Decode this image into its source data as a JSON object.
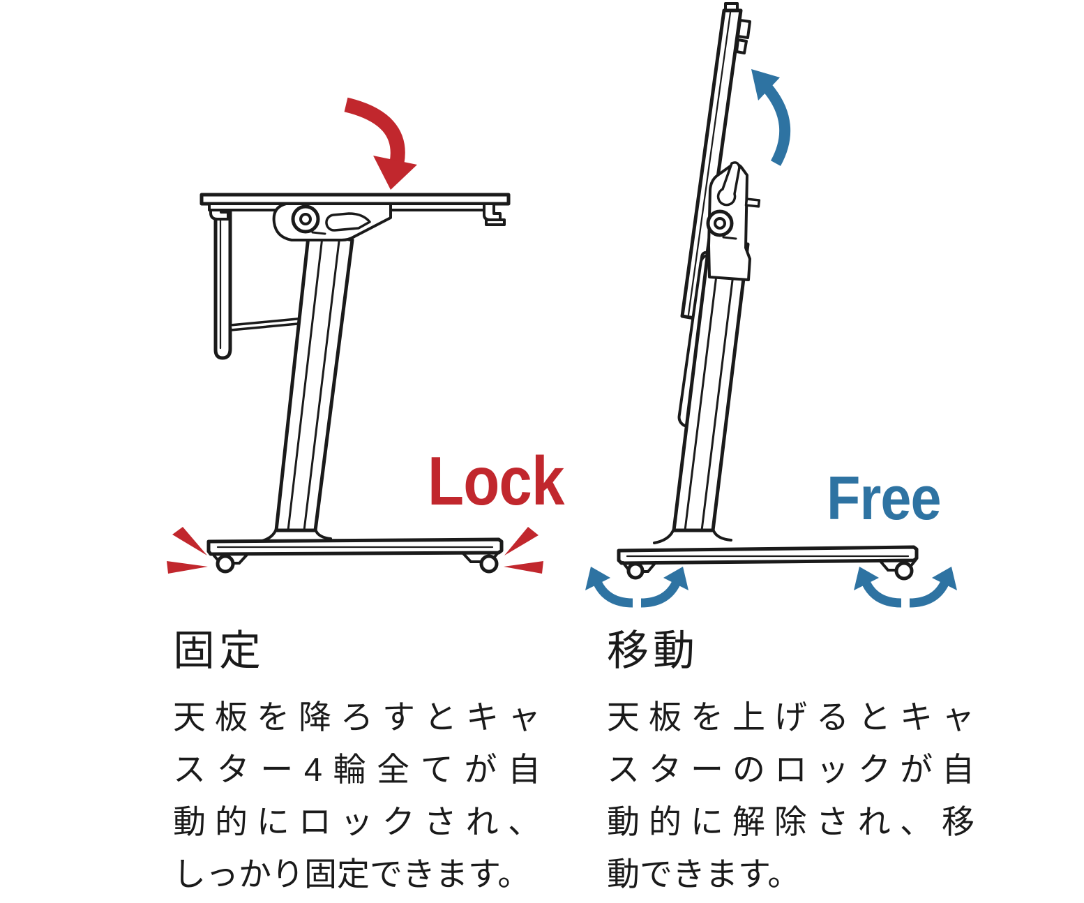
{
  "colors": {
    "ink": "#1a1a1a",
    "red": "#c1272d",
    "blue": "#2e73a2",
    "background": "#ffffff"
  },
  "left_panel": {
    "state_label": "Lock",
    "heading": "固定",
    "description_lines": [
      "天板を降ろすとキャ",
      "スター4輪全てが自",
      "動的にロックされ、",
      "しっかり固定できます。"
    ],
    "icons": [
      "rotate-down-arrow",
      "lock-emphasis-wedges"
    ]
  },
  "right_panel": {
    "state_label": "Free",
    "heading": "移動",
    "description_lines": [
      "天板を上げるとキャ",
      "スターのロックが自",
      "動的に解除され、移",
      "動できます。"
    ],
    "icons": [
      "rotate-up-arrow",
      "caster-swing-arrows"
    ]
  }
}
